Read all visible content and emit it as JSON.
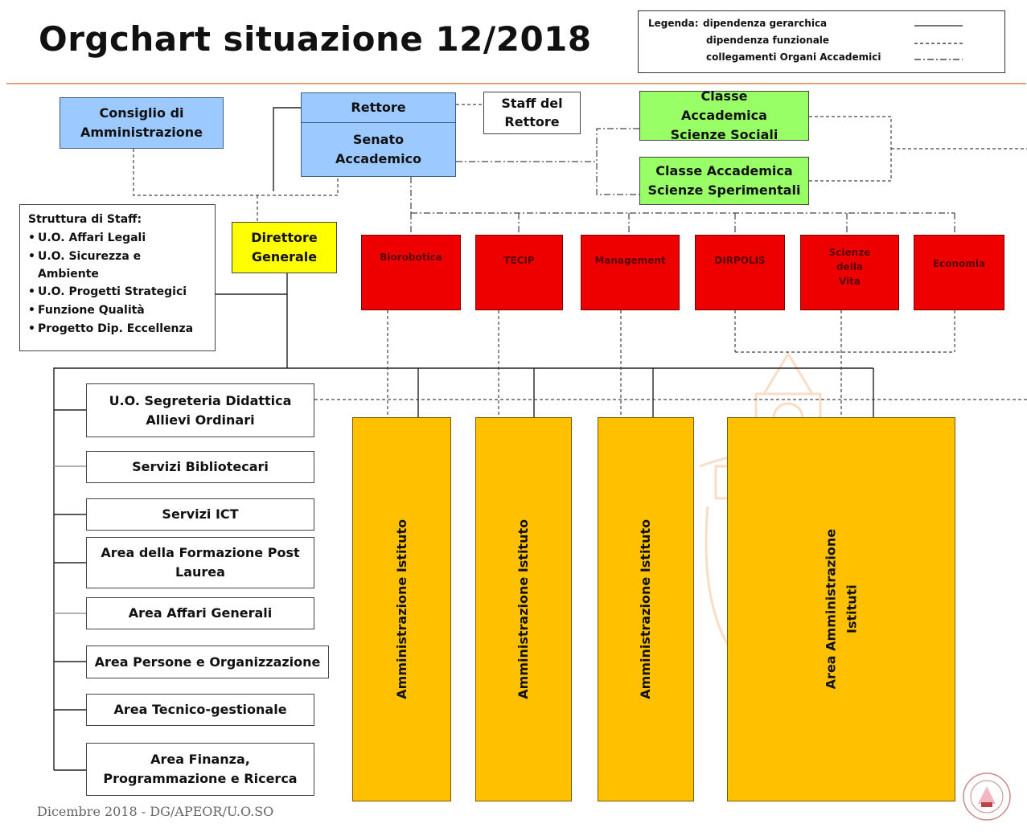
{
  "title": "Orgchart situazione 12/2018",
  "legend": {
    "prefix": "Legenda:",
    "items": [
      "dipendenza gerarchica",
      "dipendenza funzionale",
      "collegamenti Organi Accademici"
    ]
  },
  "boxes": {
    "consiglio": "Consiglio di Amministrazione",
    "rettore": "Rettore",
    "senato": "Senato Accademico",
    "staff_rettore": "Staff del Rettore",
    "classe_sociali": "Classe Accademica Scienze Sociali",
    "classe_sperimentali": "Classe Accademica Scienze Sperimentali",
    "direttore": "Direttore Generale"
  },
  "staff_struttura": {
    "heading": "Struttura di Staff:",
    "items": [
      "U.O. Affari Legali",
      "U.O. Sicurezza e Ambiente",
      "U.O. Progetti Strategici",
      "Funzione Qualità",
      "Progetto Dip. Eccellenza"
    ]
  },
  "institutes": [
    "Biorobotica",
    "TECIP",
    "Management",
    "DIRPOLIS",
    "Scienze della Vita",
    "Economia"
  ],
  "admin_units": [
    "U.O. Segreteria Didattica Allievi Ordinari",
    "Servizi Bibliotecari",
    "Servizi ICT",
    "Area della Formazione Post Laurea",
    "Area Affari Generali",
    "Area Persone e Organizzazione",
    "Area Tecnico-gestionale",
    "Area Finanza, Programmazione e Ricerca"
  ],
  "amministrazione": [
    "Amministrazione Istituto",
    "Amministrazione Istituto",
    "Amministrazione Istituto",
    "Area Amministrazione Istituti"
  ],
  "footer": "Dicembre 2018 - DG/APEOR/U.O.SO",
  "colors": {
    "blue": "#9cc9ff",
    "green": "#99ff66",
    "yellow": "#ffff00",
    "red": "#ee0000",
    "orange": "#ffc000",
    "rule": "#e0a07c"
  }
}
